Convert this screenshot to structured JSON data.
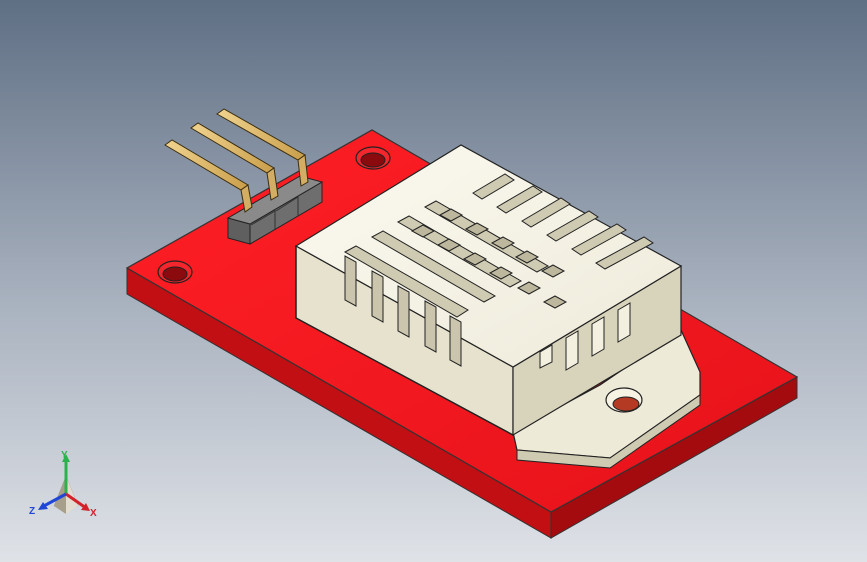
{
  "viewport": {
    "background_top": "#5f6f84",
    "background_mid": "#aab3c0",
    "background_bottom": "#dfe2e7"
  },
  "model": {
    "board_color": "#e8141a",
    "board_edge_color": "#a40b0f",
    "sensor_body_color": "#f2f0e1",
    "sensor_shadow_color": "#cfcab2",
    "header_plastic_color": "#6b6b6b",
    "pin_color": "#e7c57a",
    "mount_holes": 2,
    "header_pins": 3
  },
  "triad": {
    "x_label": "X",
    "y_label": "Y",
    "z_label": "Z",
    "x_color": "#d2232a",
    "y_color": "#2bb24c",
    "z_color": "#1f46d6"
  }
}
